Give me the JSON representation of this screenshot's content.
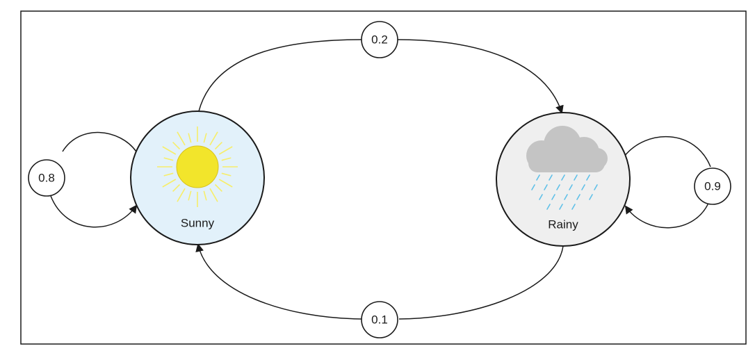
{
  "states": {
    "sunny": {
      "label": "Sunny",
      "fill": "#e2f1fa",
      "icon": "sun-icon",
      "sun_color": "#f2e52b",
      "ray_color": "#f7ee6a"
    },
    "rainy": {
      "label": "Rainy",
      "fill": "#efefef",
      "icon": "rain-cloud-icon",
      "cloud_color": "#c4c4c4",
      "rain_color": "#5fc0e8"
    }
  },
  "transitions": {
    "sunny_to_sunny": "0.8",
    "sunny_to_rainy": "0.2",
    "rainy_to_sunny": "0.1",
    "rainy_to_rainy": "0.9"
  },
  "colors": {
    "frame": "#1a1a1a",
    "edge": "#1a1a1a"
  }
}
